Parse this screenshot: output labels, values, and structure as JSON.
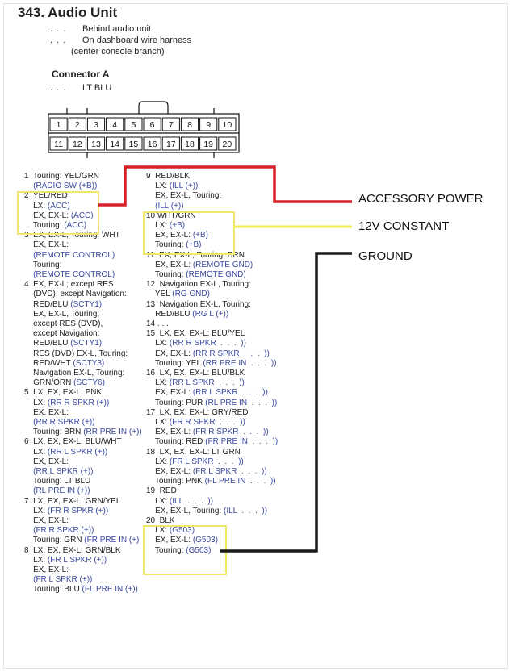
{
  "title": "343. Audio Unit",
  "locations": [
    {
      "dots": ". . .",
      "text": "Behind audio unit"
    },
    {
      "dots": ". . .",
      "text": "On dashboard wire harness"
    },
    {
      "dots": "",
      "text": "(center console branch)"
    }
  ],
  "connector": {
    "title": "Connector A",
    "color_dots": ". . .",
    "color": "LT BLU",
    "top_row": [
      "1",
      "2",
      "3",
      "4",
      "5",
      "6",
      "7",
      "8",
      "9",
      "10"
    ],
    "bottom_row": [
      "11",
      "12",
      "13",
      "14",
      "15",
      "16",
      "17",
      "18",
      "19",
      "20"
    ]
  },
  "pins_left": [
    {
      "lines": [
        [
          {
            "t": "1  Touring: YEL/GRN",
            "c": "k"
          }
        ],
        [
          {
            "t": "    (RADIO SW (+B))",
            "c": "b"
          }
        ]
      ]
    },
    {
      "lines": [
        [
          {
            "t": "2  YEL/RED",
            "c": "k"
          }
        ],
        [
          {
            "t": "    LX: ",
            "c": "k"
          },
          {
            "t": "(ACC)",
            "c": "b"
          }
        ],
        [
          {
            "t": "    EX, EX-L: ",
            "c": "k"
          },
          {
            "t": "(ACC)",
            "c": "b"
          }
        ],
        [
          {
            "t": "    Touring: ",
            "c": "k"
          },
          {
            "t": "(ACC)",
            "c": "b"
          }
        ]
      ]
    },
    {
      "lines": [
        [
          {
            "t": "3  EX, EX-L, Touring: WHT",
            "c": "k"
          }
        ],
        [
          {
            "t": "    EX, EX-L:",
            "c": "k"
          }
        ],
        [
          {
            "t": "    (REMOTE CONTROL)",
            "c": "b"
          }
        ],
        [
          {
            "t": "    Touring:",
            "c": "k"
          }
        ],
        [
          {
            "t": "    (REMOTE CONTROL)",
            "c": "b"
          }
        ]
      ]
    },
    {
      "lines": [
        [
          {
            "t": "4  EX, EX-L; except RES",
            "c": "k"
          }
        ],
        [
          {
            "t": "    (DVD), except Navigation:",
            "c": "k"
          }
        ],
        [
          {
            "t": "    RED/BLU ",
            "c": "k"
          },
          {
            "t": "(SCTY1)",
            "c": "b"
          }
        ],
        [
          {
            "t": "    EX, EX-L, Touring;",
            "c": "k"
          }
        ],
        [
          {
            "t": "    except RES (DVD),",
            "c": "k"
          }
        ],
        [
          {
            "t": "    except Navigation:",
            "c": "k"
          }
        ],
        [
          {
            "t": "    RED/BLU ",
            "c": "k"
          },
          {
            "t": "(SCTY1)",
            "c": "b"
          }
        ],
        [
          {
            "t": "    RES (DVD) EX-L, Touring:",
            "c": "k"
          }
        ],
        [
          {
            "t": "    RED/WHT ",
            "c": "k"
          },
          {
            "t": "(SCTY3)",
            "c": "b"
          }
        ],
        [
          {
            "t": "    Navigation EX-L, Touring:",
            "c": "k"
          }
        ],
        [
          {
            "t": "    GRN/ORN ",
            "c": "k"
          },
          {
            "t": "(SCTY6)",
            "c": "b"
          }
        ]
      ]
    },
    {
      "lines": [
        [
          {
            "t": "5  LX, EX, EX-L: PNK",
            "c": "k"
          }
        ],
        [
          {
            "t": "    LX: ",
            "c": "k"
          },
          {
            "t": "(RR R SPKR (+))",
            "c": "b"
          }
        ],
        [
          {
            "t": "    EX, EX-L:",
            "c": "k"
          }
        ],
        [
          {
            "t": "    (RR R SPKR (+))",
            "c": "b"
          }
        ],
        [
          {
            "t": "    Touring: BRN ",
            "c": "k"
          },
          {
            "t": "(RR PRE IN (+))",
            "c": "b"
          }
        ]
      ]
    },
    {
      "lines": [
        [
          {
            "t": "6  LX, EX, EX-L: BLU/WHT",
            "c": "k"
          }
        ],
        [
          {
            "t": "    LX: ",
            "c": "k"
          },
          {
            "t": "(RR L SPKR (+))",
            "c": "b"
          }
        ],
        [
          {
            "t": "    EX, EX-L:",
            "c": "k"
          }
        ],
        [
          {
            "t": "    (RR L SPKR (+))",
            "c": "b"
          }
        ],
        [
          {
            "t": "    Touring: LT BLU",
            "c": "k"
          }
        ],
        [
          {
            "t": "    (RL PRE IN (+))",
            "c": "b"
          }
        ]
      ]
    },
    {
      "lines": [
        [
          {
            "t": "7  LX, EX, EX-L: GRN/YEL",
            "c": "k"
          }
        ],
        [
          {
            "t": "    LX: ",
            "c": "k"
          },
          {
            "t": "(FR R SPKR (+))",
            "c": "b"
          }
        ],
        [
          {
            "t": "    EX, EX-L:",
            "c": "k"
          }
        ],
        [
          {
            "t": "    (FR R SPKR (+))",
            "c": "b"
          }
        ],
        [
          {
            "t": "    Touring: GRN ",
            "c": "k"
          },
          {
            "t": "(FR PRE IN (+)",
            "c": "b"
          }
        ]
      ]
    },
    {
      "lines": [
        [
          {
            "t": "8  LX, EX, EX-L: GRN/BLK",
            "c": "k"
          }
        ],
        [
          {
            "t": "    LX: ",
            "c": "k"
          },
          {
            "t": "(FR L SPKR (+))",
            "c": "b"
          }
        ],
        [
          {
            "t": "    EX, EX-L:",
            "c": "k"
          }
        ],
        [
          {
            "t": "    (FR L SPKR (+))",
            "c": "b"
          }
        ],
        [
          {
            "t": "    Touring: BLU ",
            "c": "k"
          },
          {
            "t": "(FL PRE IN (+))",
            "c": "b"
          }
        ]
      ]
    }
  ],
  "pins_right": [
    {
      "lines": [
        [
          {
            "t": "9  RED/BLK",
            "c": "k"
          }
        ],
        [
          {
            "t": "    LX: ",
            "c": "k"
          },
          {
            "t": "(ILL (+))",
            "c": "b"
          }
        ],
        [
          {
            "t": "    EX, EX-L, Touring:",
            "c": "k"
          }
        ],
        [
          {
            "t": "    (ILL (+))",
            "c": "b"
          }
        ]
      ]
    },
    {
      "lines": [
        [
          {
            "t": "10 WHT/GRN",
            "c": "k"
          }
        ],
        [
          {
            "t": "    LX: ",
            "c": "k"
          },
          {
            "t": "(+B)",
            "c": "b"
          }
        ],
        [
          {
            "t": "    EX, EX-L: ",
            "c": "k"
          },
          {
            "t": "(+B)",
            "c": "b"
          }
        ],
        [
          {
            "t": "    Touring: ",
            "c": "k"
          },
          {
            "t": "(+B)",
            "c": "b"
          }
        ]
      ]
    },
    {
      "lines": [
        [
          {
            "t": "11  EX, EX-L, Touring: BRN",
            "c": "k"
          }
        ],
        [
          {
            "t": "    EX, EX-L: ",
            "c": "k"
          },
          {
            "t": "(REMOTE GND)",
            "c": "b"
          }
        ],
        [
          {
            "t": "    Touring: ",
            "c": "k"
          },
          {
            "t": "(REMOTE GND)",
            "c": "b"
          }
        ]
      ]
    },
    {
      "lines": [
        [
          {
            "t": "12  Navigation EX-L, Touring:",
            "c": "k"
          }
        ],
        [
          {
            "t": "    YEL ",
            "c": "k"
          },
          {
            "t": "(RG GND)",
            "c": "b"
          }
        ]
      ]
    },
    {
      "lines": [
        [
          {
            "t": "13  Navigation EX-L, Touring:",
            "c": "k"
          }
        ],
        [
          {
            "t": "    RED/BLU ",
            "c": "k"
          },
          {
            "t": "(RG L (+))",
            "c": "b"
          }
        ]
      ]
    },
    {
      "lines": [
        [
          {
            "t": "14 . . .",
            "c": "k"
          }
        ]
      ]
    },
    {
      "lines": [
        [
          {
            "t": "15  LX, EX, EX-L: BLU/YEL",
            "c": "k"
          }
        ],
        [
          {
            "t": "    LX: ",
            "c": "k"
          },
          {
            "t": "(RR R SPKR  .  .  .  ))",
            "c": "b"
          }
        ],
        [
          {
            "t": "    EX, EX-L: ",
            "c": "k"
          },
          {
            "t": "(RR R SPKR  .  .  .  ))",
            "c": "b"
          }
        ],
        [
          {
            "t": "    Touring: YEL ",
            "c": "k"
          },
          {
            "t": "(RR PRE IN  .  .  .  ))",
            "c": "b"
          }
        ]
      ]
    },
    {
      "lines": [
        [
          {
            "t": "16  LX, EX, EX-L: BLU/BLK",
            "c": "k"
          }
        ],
        [
          {
            "t": "    LX: ",
            "c": "k"
          },
          {
            "t": "(RR L SPKR  .  .  .  ))",
            "c": "b"
          }
        ],
        [
          {
            "t": "    EX, EX-L: ",
            "c": "k"
          },
          {
            "t": "(RR L SPKR  .  .  .  ))",
            "c": "b"
          }
        ],
        [
          {
            "t": "    Touring: PUR ",
            "c": "k"
          },
          {
            "t": "(RL PRE IN  .  .  .  ))",
            "c": "b"
          }
        ]
      ]
    },
    {
      "lines": [
        [
          {
            "t": "17  LX, EX, EX-L: GRY/RED",
            "c": "k"
          }
        ],
        [
          {
            "t": "    LX: ",
            "c": "k"
          },
          {
            "t": "(FR R SPKR  .  .  .  ))",
            "c": "b"
          }
        ],
        [
          {
            "t": "    EX, EX-L: ",
            "c": "k"
          },
          {
            "t": "(FR R SPKR  .  .  .  ))",
            "c": "b"
          }
        ],
        [
          {
            "t": "    Touring: RED ",
            "c": "k"
          },
          {
            "t": "(FR PRE IN  .  .  .  ))",
            "c": "b"
          }
        ]
      ]
    },
    {
      "lines": [
        [
          {
            "t": "18  LX, EX, EX-L: LT GRN",
            "c": "k"
          }
        ],
        [
          {
            "t": "    LX: ",
            "c": "k"
          },
          {
            "t": "(FR L SPKR  .  .  .  ))",
            "c": "b"
          }
        ],
        [
          {
            "t": "    EX, EX-L: ",
            "c": "k"
          },
          {
            "t": "(FR L SPKR  .  .  .  ))",
            "c": "b"
          }
        ],
        [
          {
            "t": "    Touring: PNK ",
            "c": "k"
          },
          {
            "t": "(FL PRE IN  .  .  .  ))",
            "c": "b"
          }
        ]
      ]
    },
    {
      "lines": [
        [
          {
            "t": "19  RED",
            "c": "k"
          }
        ],
        [
          {
            "t": "    LX: ",
            "c": "k"
          },
          {
            "t": "(ILL  .  .  .  ))",
            "c": "b"
          }
        ],
        [
          {
            "t": "    EX, EX-L, Touring: ",
            "c": "k"
          },
          {
            "t": "(ILL  .  .  .  ))",
            "c": "b"
          }
        ]
      ]
    },
    {
      "lines": [
        [
          {
            "t": "20  BLK",
            "c": "k"
          }
        ],
        [
          {
            "t": "    LX: ",
            "c": "k"
          },
          {
            "t": "(G503)",
            "c": "b"
          }
        ],
        [
          {
            "t": "    EX, EX-L: ",
            "c": "k"
          },
          {
            "t": "(G503)",
            "c": "b"
          }
        ],
        [
          {
            "t": "    Touring: ",
            "c": "k"
          },
          {
            "t": "(G503)",
            "c": "b"
          }
        ]
      ]
    }
  ],
  "annotations": {
    "accessory": "ACCESSORY POWER",
    "constant": "12V CONSTANT",
    "ground": "GROUND"
  },
  "colors": {
    "wire_accessory": "#d8202a",
    "wire_constant": "#f2ec5a",
    "wire_ground": "#1a1a1a",
    "highlight_box": "#f0e868",
    "signal_text": "#3a4aa0"
  }
}
